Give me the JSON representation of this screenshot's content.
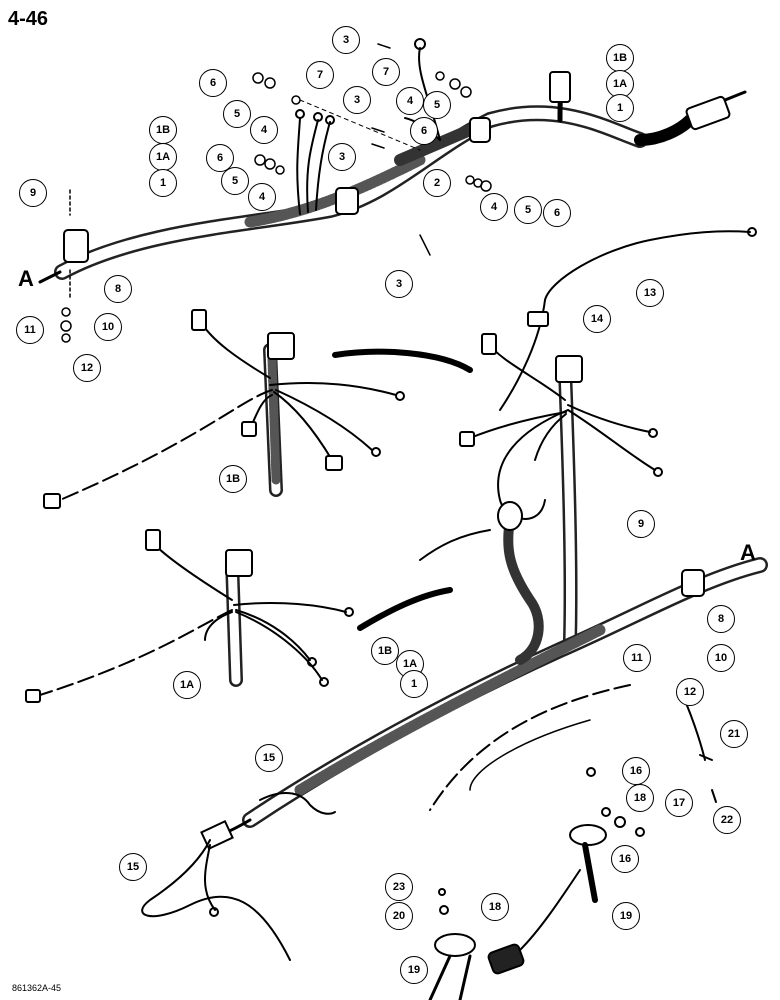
{
  "page_number": "4-46",
  "drawing_code": "861362A-45",
  "reference_letter": "A",
  "callouts": [
    {
      "label": "3"
    },
    {
      "label": "7"
    },
    {
      "label": "1B"
    },
    {
      "label": "1A"
    },
    {
      "label": "1"
    },
    {
      "label": "6"
    },
    {
      "label": "7"
    },
    {
      "label": "5"
    },
    {
      "label": "4"
    },
    {
      "label": "3"
    },
    {
      "label": "4"
    },
    {
      "label": "5"
    },
    {
      "label": "6"
    },
    {
      "label": "1B"
    },
    {
      "label": "1A"
    },
    {
      "label": "1"
    },
    {
      "label": "3"
    },
    {
      "label": "6"
    },
    {
      "label": "5"
    },
    {
      "label": "4"
    },
    {
      "label": "2"
    },
    {
      "label": "4"
    },
    {
      "label": "5"
    },
    {
      "label": "6"
    },
    {
      "label": "9"
    },
    {
      "label": "8"
    },
    {
      "label": "3"
    },
    {
      "label": "13"
    },
    {
      "label": "11"
    },
    {
      "label": "10"
    },
    {
      "label": "12"
    },
    {
      "label": "14"
    },
    {
      "label": "1B"
    },
    {
      "label": "9"
    },
    {
      "label": "8"
    },
    {
      "label": "1B"
    },
    {
      "label": "1A"
    },
    {
      "label": "1"
    },
    {
      "label": "11"
    },
    {
      "label": "10"
    },
    {
      "label": "12"
    },
    {
      "label": "1A"
    },
    {
      "label": "15"
    },
    {
      "label": "16"
    },
    {
      "label": "21"
    },
    {
      "label": "18"
    },
    {
      "label": "17"
    },
    {
      "label": "22"
    },
    {
      "label": "16"
    },
    {
      "label": "15"
    },
    {
      "label": "23"
    },
    {
      "label": "18"
    },
    {
      "label": "20"
    },
    {
      "label": "19"
    },
    {
      "label": "19"
    }
  ]
}
